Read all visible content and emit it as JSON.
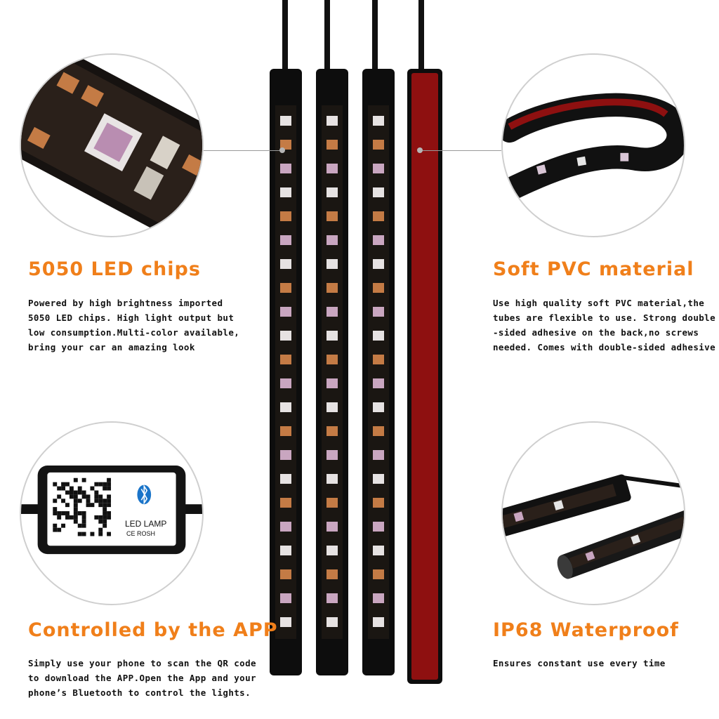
{
  "features": [
    {
      "title": "5050 LED chips",
      "lines": [
        "Powered by high brightness imported",
        "5050 LED chips.  High light output but",
        "low consumption.Multi-color available,",
        "bring your car an amazing look"
      ]
    },
    {
      "title": "Soft PVC material",
      "lines": [
        "Use high quality soft PVC material,the",
        "tubes are flexible to use. Strong double",
        "-sided adhesive on the back,no screws",
        "needed. Comes with double-sided adhesive"
      ]
    },
    {
      "title": "Controlled by the APP",
      "lines": [
        "Simply use your phone to scan the QR code",
        "to download the APP.Open the App and your",
        "phone’s Bluetooth to control the lights."
      ]
    },
    {
      "title": "IP68 Waterproof",
      "lines": [
        "Ensures constant use every time"
      ]
    }
  ],
  "controller": {
    "label": "LED LAMP",
    "marks": "CE ROSH"
  },
  "colors": {
    "accent": "#f07f1a",
    "strip_black": "#0d0d0d",
    "adhesive_red": "#8e1010"
  }
}
